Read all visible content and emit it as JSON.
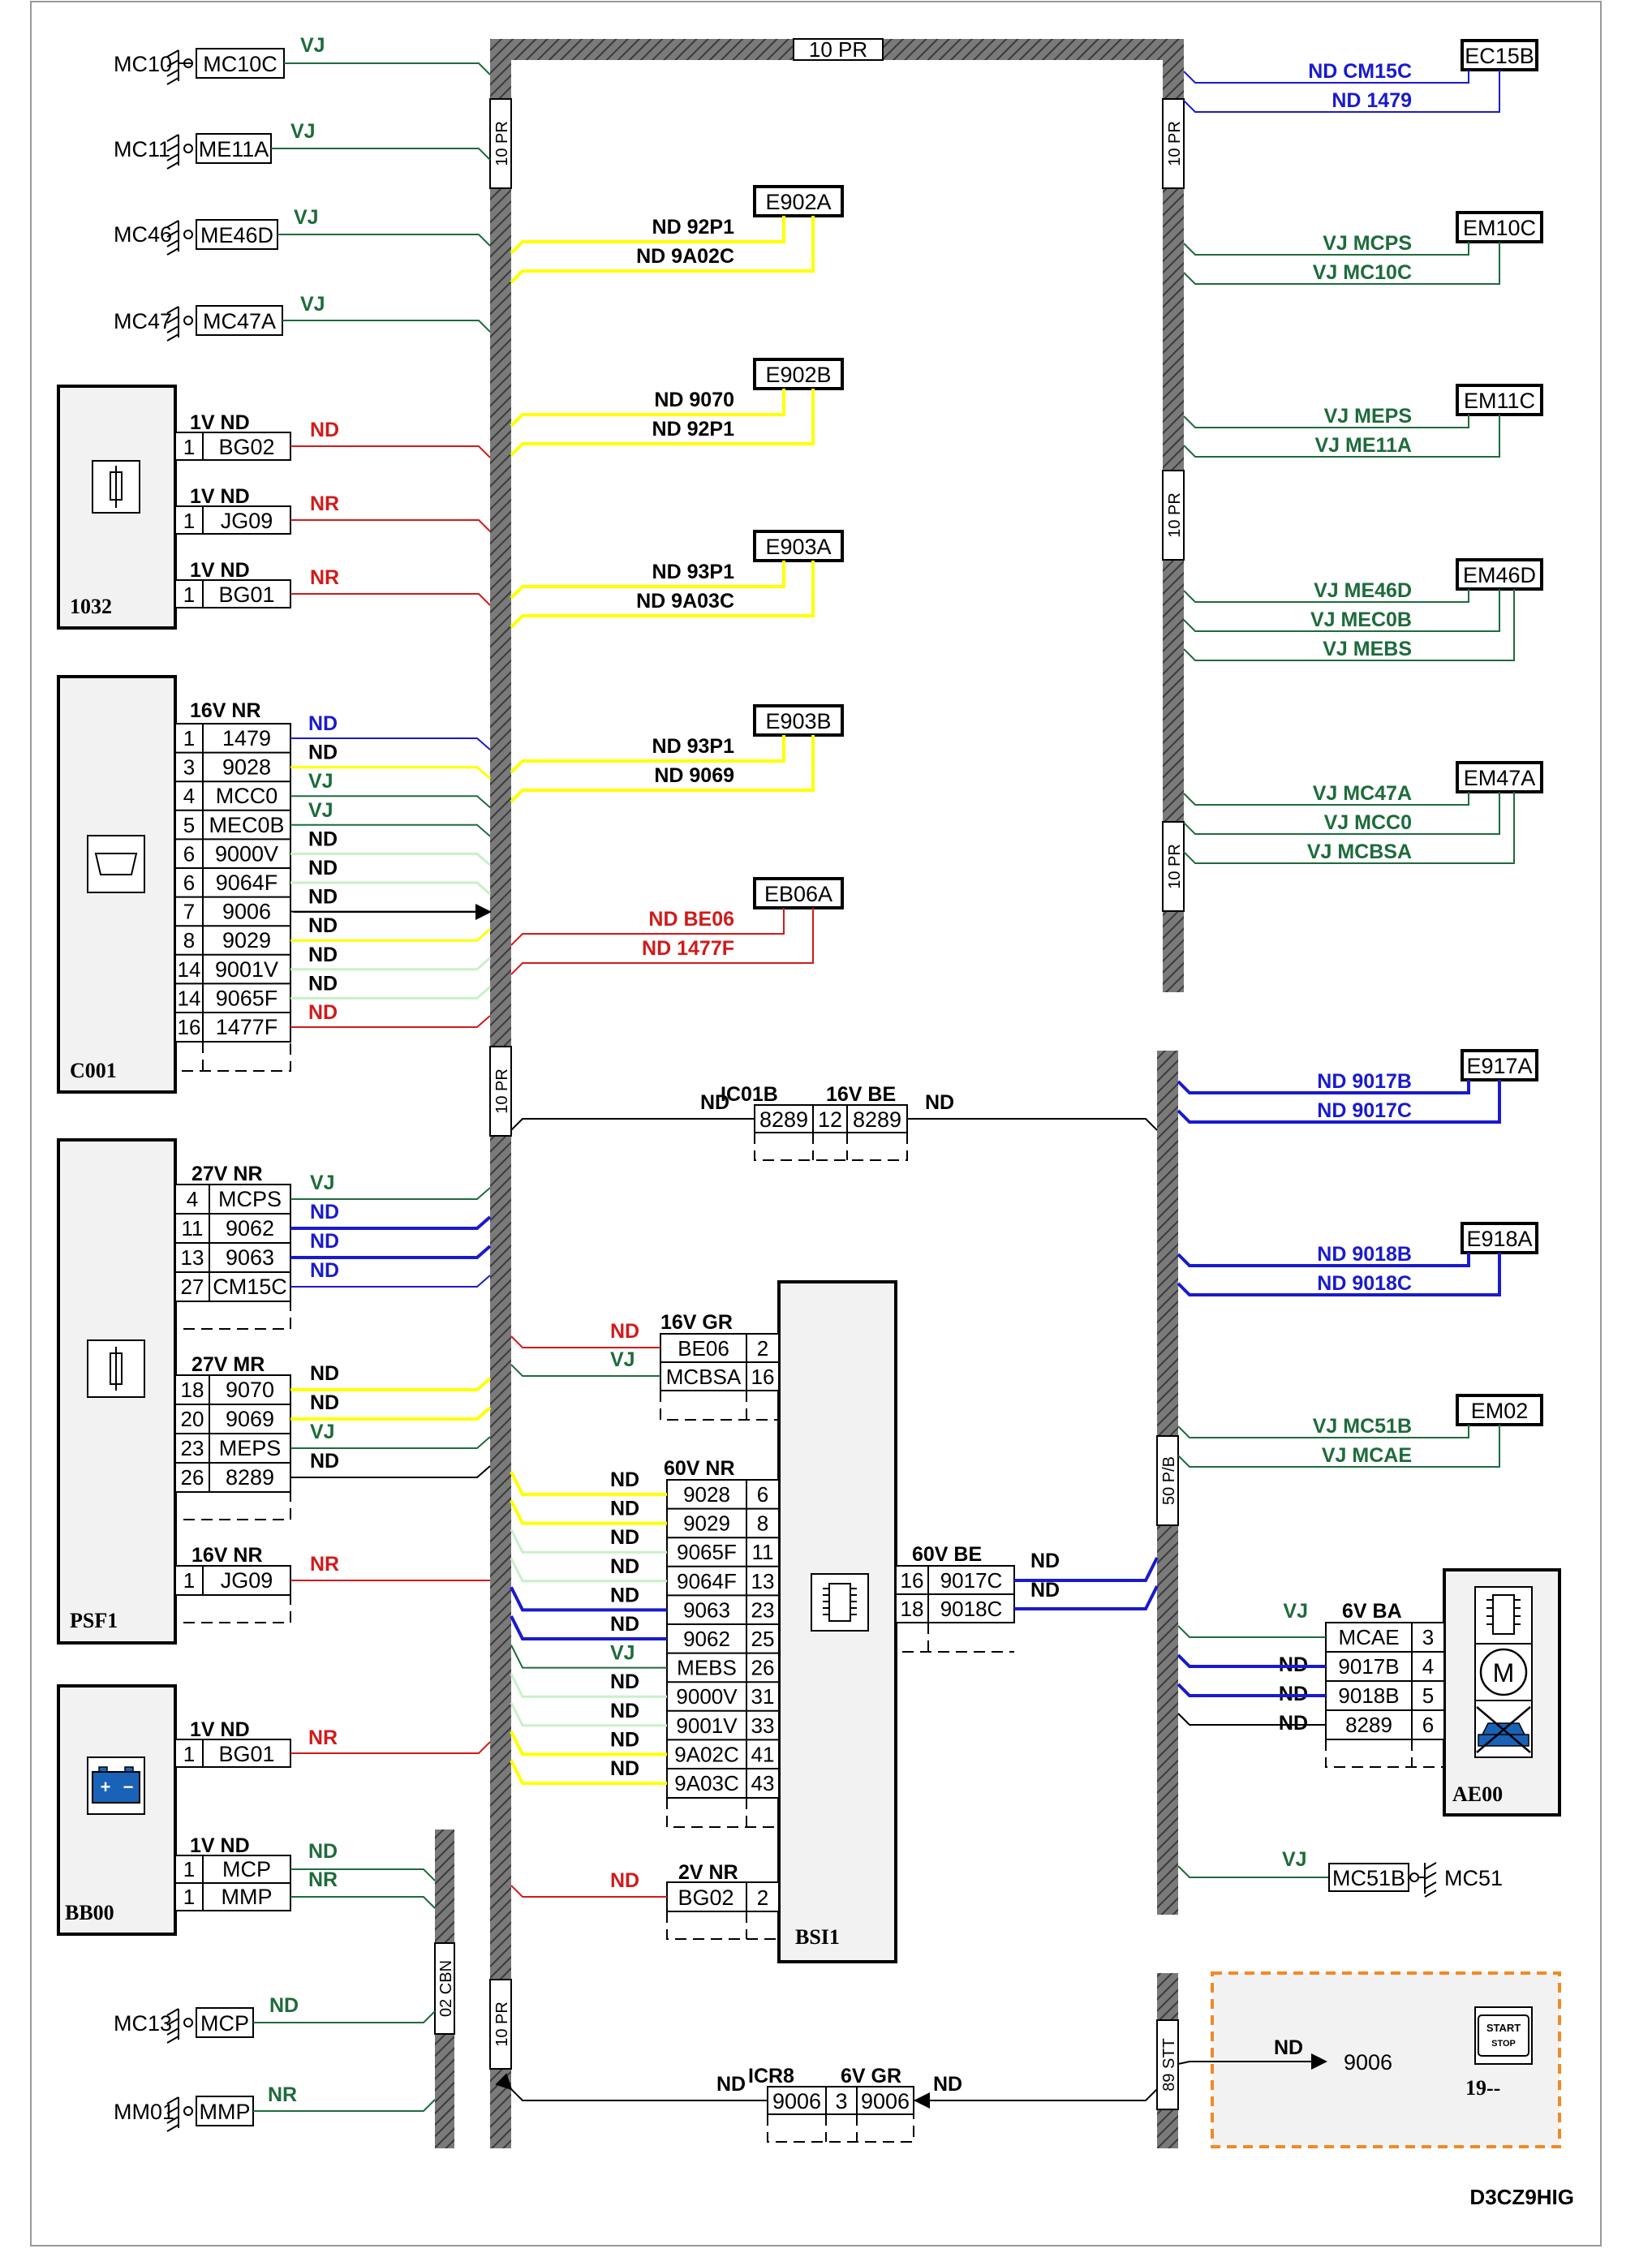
{
  "diagram_code": "D3CZ9HIG",
  "harnesses": {
    "top": "10 PR",
    "left_a": "10 PR",
    "left_b": "10 PR",
    "left_c": "10 PR",
    "right_a": "10 PR",
    "right_b": "10 PR",
    "right_c": "10 PR",
    "right_d": "50 P/B",
    "right_e": "89 STT",
    "cbn": "02 CBN"
  },
  "grounds_left": [
    {
      "label": "MC10",
      "box": "MC10C",
      "wire": "VJ"
    },
    {
      "label": "MC11",
      "box": "ME11A",
      "wire": "VJ"
    },
    {
      "label": "MC46",
      "box": "ME46D",
      "wire": "VJ"
    },
    {
      "label": "MC47",
      "box": "MC47A",
      "wire": "VJ"
    },
    {
      "label": "MC13",
      "box": "MCP",
      "wire": "ND"
    },
    {
      "label": "MM01",
      "box": "MMP",
      "wire": "NR"
    }
  ],
  "module_1032": {
    "name": "1032",
    "pins": [
      {
        "title": "1V ND",
        "pin": "1",
        "code": "BG02",
        "wire": "ND"
      },
      {
        "title": "1V ND",
        "pin": "1",
        "code": "JG09",
        "wire": "NR"
      },
      {
        "title": "1V ND",
        "pin": "1",
        "code": "BG01",
        "wire": "NR"
      }
    ]
  },
  "module_c001": {
    "name": "C001",
    "title": "16V NR",
    "rows": [
      {
        "pin": "1",
        "code": "1479",
        "wire": "ND"
      },
      {
        "pin": "3",
        "code": "9028",
        "wire": "ND"
      },
      {
        "pin": "4",
        "code": "MCC0",
        "wire": "VJ"
      },
      {
        "pin": "5",
        "code": "MEC0B",
        "wire": "VJ"
      },
      {
        "pin": "6",
        "code": "9000V",
        "wire": "ND"
      },
      {
        "pin": "6",
        "code": "9064F",
        "wire": "ND"
      },
      {
        "pin": "7",
        "code": "9006",
        "wire": "ND"
      },
      {
        "pin": "8",
        "code": "9029",
        "wire": "ND"
      },
      {
        "pin": "14",
        "code": "9001V",
        "wire": "ND"
      },
      {
        "pin": "14",
        "code": "9065F",
        "wire": "ND"
      },
      {
        "pin": "16",
        "code": "1477F",
        "wire": "ND"
      }
    ]
  },
  "module_psf1": {
    "name": "PSF1",
    "group1_title": "27V NR",
    "group1": [
      {
        "pin": "4",
        "code": "MCPS",
        "wire": "VJ"
      },
      {
        "pin": "11",
        "code": "9062",
        "wire": "ND"
      },
      {
        "pin": "13",
        "code": "9063",
        "wire": "ND"
      },
      {
        "pin": "27",
        "code": "CM15C",
        "wire": "ND"
      }
    ],
    "group2_title": "27V MR",
    "group2": [
      {
        "pin": "18",
        "code": "9070",
        "wire": "ND"
      },
      {
        "pin": "20",
        "code": "9069",
        "wire": "ND"
      },
      {
        "pin": "23",
        "code": "MEPS",
        "wire": "VJ"
      },
      {
        "pin": "26",
        "code": "8289",
        "wire": "ND"
      }
    ],
    "group3_title": "16V NR",
    "group3": [
      {
        "pin": "1",
        "code": "JG09",
        "wire": "NR"
      }
    ]
  },
  "module_bb00": {
    "name": "BB00",
    "g1_title": "1V ND",
    "g1": [
      {
        "pin": "1",
        "code": "BG01",
        "wire": "NR"
      }
    ],
    "g2_title": "1V ND",
    "g2": [
      {
        "pin": "1",
        "code": "MCP",
        "wire": "ND"
      },
      {
        "pin": "1",
        "code": "MMP",
        "wire": "NR"
      }
    ]
  },
  "splices_center": [
    {
      "name": "E902A",
      "l1": "ND 92P1",
      "l2": "ND 9A02C"
    },
    {
      "name": "E902B",
      "l1": "ND 9070",
      "l2": "ND 92P1"
    },
    {
      "name": "E903A",
      "l1": "ND 93P1",
      "l2": "ND 9A03C"
    },
    {
      "name": "E903B",
      "l1": "ND 93P1",
      "l2": "ND 9069"
    },
    {
      "name": "EB06A",
      "l1": "ND BE06",
      "l2": "ND 1477F"
    }
  ],
  "splices_right": [
    {
      "name": "EC15B",
      "l1": "ND CM15C",
      "l2": "ND 1479"
    },
    {
      "name": "EM10C",
      "l1": "VJ MCPS",
      "l2": "VJ MC10C"
    },
    {
      "name": "EM11C",
      "l1": "VJ MEPS",
      "l2": "VJ ME11A"
    },
    {
      "name": "EM46D",
      "l1": "VJ ME46D",
      "l2": "VJ MEC0B",
      "l3": "VJ MEBS"
    },
    {
      "name": "EM47A",
      "l1": "VJ MC47A",
      "l2": "VJ MCC0",
      "l3": "VJ MCBSA"
    },
    {
      "name": "E917A",
      "l1": "ND 9017B",
      "l2": "ND 9017C"
    },
    {
      "name": "E918A",
      "l1": "ND 9018B",
      "l2": "ND 9018C"
    },
    {
      "name": "EM02",
      "l1": "VJ MC51B",
      "l2": "VJ MCAE"
    }
  ],
  "ic01b": {
    "name": "IC01B",
    "title": "16V BE",
    "wire_left": "ND",
    "wire_right": "ND",
    "left_code": "8289",
    "pin": "12",
    "right_code": "8289"
  },
  "icr8": {
    "name": "ICR8",
    "title": "6V GR",
    "wire_left": "ND",
    "wire_right": "ND",
    "left_code": "9006",
    "pin": "3",
    "right_code": "9006"
  },
  "bsi1": {
    "name": "BSI1",
    "c16_title": "16V GR",
    "c16": [
      {
        "code": "BE06",
        "pin": "2",
        "wire": "ND"
      },
      {
        "code": "MCBSA",
        "pin": "16",
        "wire": "VJ"
      }
    ],
    "c60_title": "60V NR",
    "c60": [
      {
        "code": "9028",
        "pin": "6",
        "wire": "ND"
      },
      {
        "code": "9029",
        "pin": "8",
        "wire": "ND"
      },
      {
        "code": "9065F",
        "pin": "11",
        "wire": "ND"
      },
      {
        "code": "9064F",
        "pin": "13",
        "wire": "ND"
      },
      {
        "code": "9063",
        "pin": "23",
        "wire": "ND"
      },
      {
        "code": "9062",
        "pin": "25",
        "wire": "ND"
      },
      {
        "code": "MEBS",
        "pin": "26",
        "wire": "VJ"
      },
      {
        "code": "9000V",
        "pin": "31",
        "wire": "ND"
      },
      {
        "code": "9001V",
        "pin": "33",
        "wire": "ND"
      },
      {
        "code": "9A02C",
        "pin": "41",
        "wire": "ND"
      },
      {
        "code": "9A03C",
        "pin": "43",
        "wire": "ND"
      }
    ],
    "c2_title": "2V NR",
    "c2": [
      {
        "code": "BG02",
        "pin": "2",
        "wire": "ND"
      }
    ],
    "c60be_title": "60V BE",
    "c60be": [
      {
        "pin": "16",
        "code": "9017C",
        "wire": "ND"
      },
      {
        "pin": "18",
        "code": "9018C",
        "wire": "ND"
      }
    ]
  },
  "ae00": {
    "name": "AE00",
    "title": "6V BA",
    "rows": [
      {
        "code": "MCAE",
        "pin": "3",
        "wire": "VJ"
      },
      {
        "code": "9017B",
        "pin": "4",
        "wire": "ND"
      },
      {
        "code": "9018B",
        "pin": "5",
        "wire": "ND"
      },
      {
        "code": "8289",
        "pin": "6",
        "wire": "ND"
      }
    ]
  },
  "mc51": {
    "label": "MC51",
    "box": "MC51B",
    "wire": "VJ"
  },
  "module_19": {
    "name": "19--",
    "wire": "ND",
    "code": "9006",
    "button_l1": "START",
    "button_l2": "STOP"
  },
  "colors": {
    "green": "#1e6b3c",
    "blue": "#1a1acd",
    "red": "#d11a1a",
    "yellow": "#ffff00",
    "light_green": "#c8f0c8",
    "harness": "#707070",
    "dashed_border": "#f08a24"
  }
}
